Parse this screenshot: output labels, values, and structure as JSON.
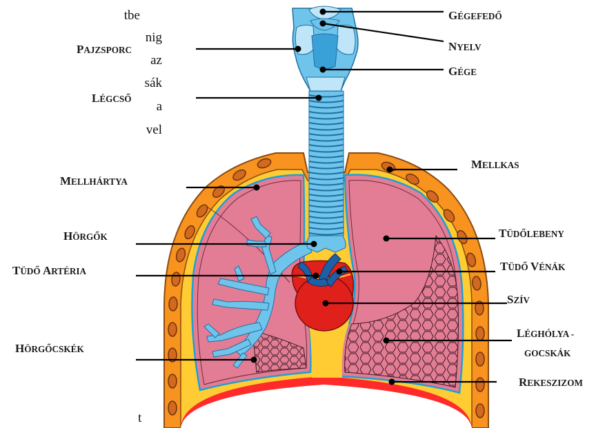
{
  "diagram": {
    "labels": {
      "gegefedo": {
        "first": "G",
        "rest": "ÉGEFEDŐ"
      },
      "nyelv": {
        "first": "N",
        "rest": "YELV"
      },
      "gege": {
        "first": "G",
        "rest": "ÉGE"
      },
      "pajzsporc": {
        "first": "P",
        "rest": "AJZSPORC"
      },
      "legcso": {
        "first": "L",
        "rest": "ÉGCSŐ"
      },
      "mellkas": {
        "first": "M",
        "rest": "ELLKAS"
      },
      "mellhartya": {
        "first": "M",
        "rest": "ELLHÁRTYA"
      },
      "horgok": {
        "first": "H",
        "rest": "ÖRGŐK"
      },
      "tudolebeny": {
        "first": "T",
        "rest": "ÜDŐLEBENY"
      },
      "tudo_arteria": {
        "first": "T",
        "rest": "ÜDŐ ",
        "first2": "A",
        "rest2": "RTÉRIA"
      },
      "tudo_venak": {
        "first": "T",
        "rest": "ÜDŐ ",
        "first2": "V",
        "rest2": "ÉNÁK"
      },
      "sziv": {
        "first": "S",
        "rest": "ZÍV"
      },
      "legholyagocskak": {
        "first": "L",
        "rest": "ÉGHÓLYA -",
        "line2": "GOCSKÁK"
      },
      "horgocskek": {
        "first": "H",
        "rest": "ÖRGŐCSKÉK"
      },
      "rekeszizom": {
        "first": "R",
        "rest": "EKESZIZOM"
      }
    },
    "text_fragments": {
      "f1": "tbe",
      "f2": "nig",
      "f3": "az",
      "f4": "sák",
      "f5": "a",
      "f6": "vel",
      "f7": "t"
    },
    "colors": {
      "trachea": "#6fc4ec",
      "trachea_light": "#bfe6f8",
      "ribcage": "#f7931e",
      "rib_fill": "#d2691e",
      "lung": "#e37d95",
      "lung_dark": "#c85d78",
      "bronchi": "#6fc4ec",
      "heart": "#e0201b",
      "vessel": "#1f5fa6",
      "diaphragm": "#ff2a2a",
      "mediastinum": "#ffcc33",
      "membrane": "#1e9fd6"
    }
  }
}
